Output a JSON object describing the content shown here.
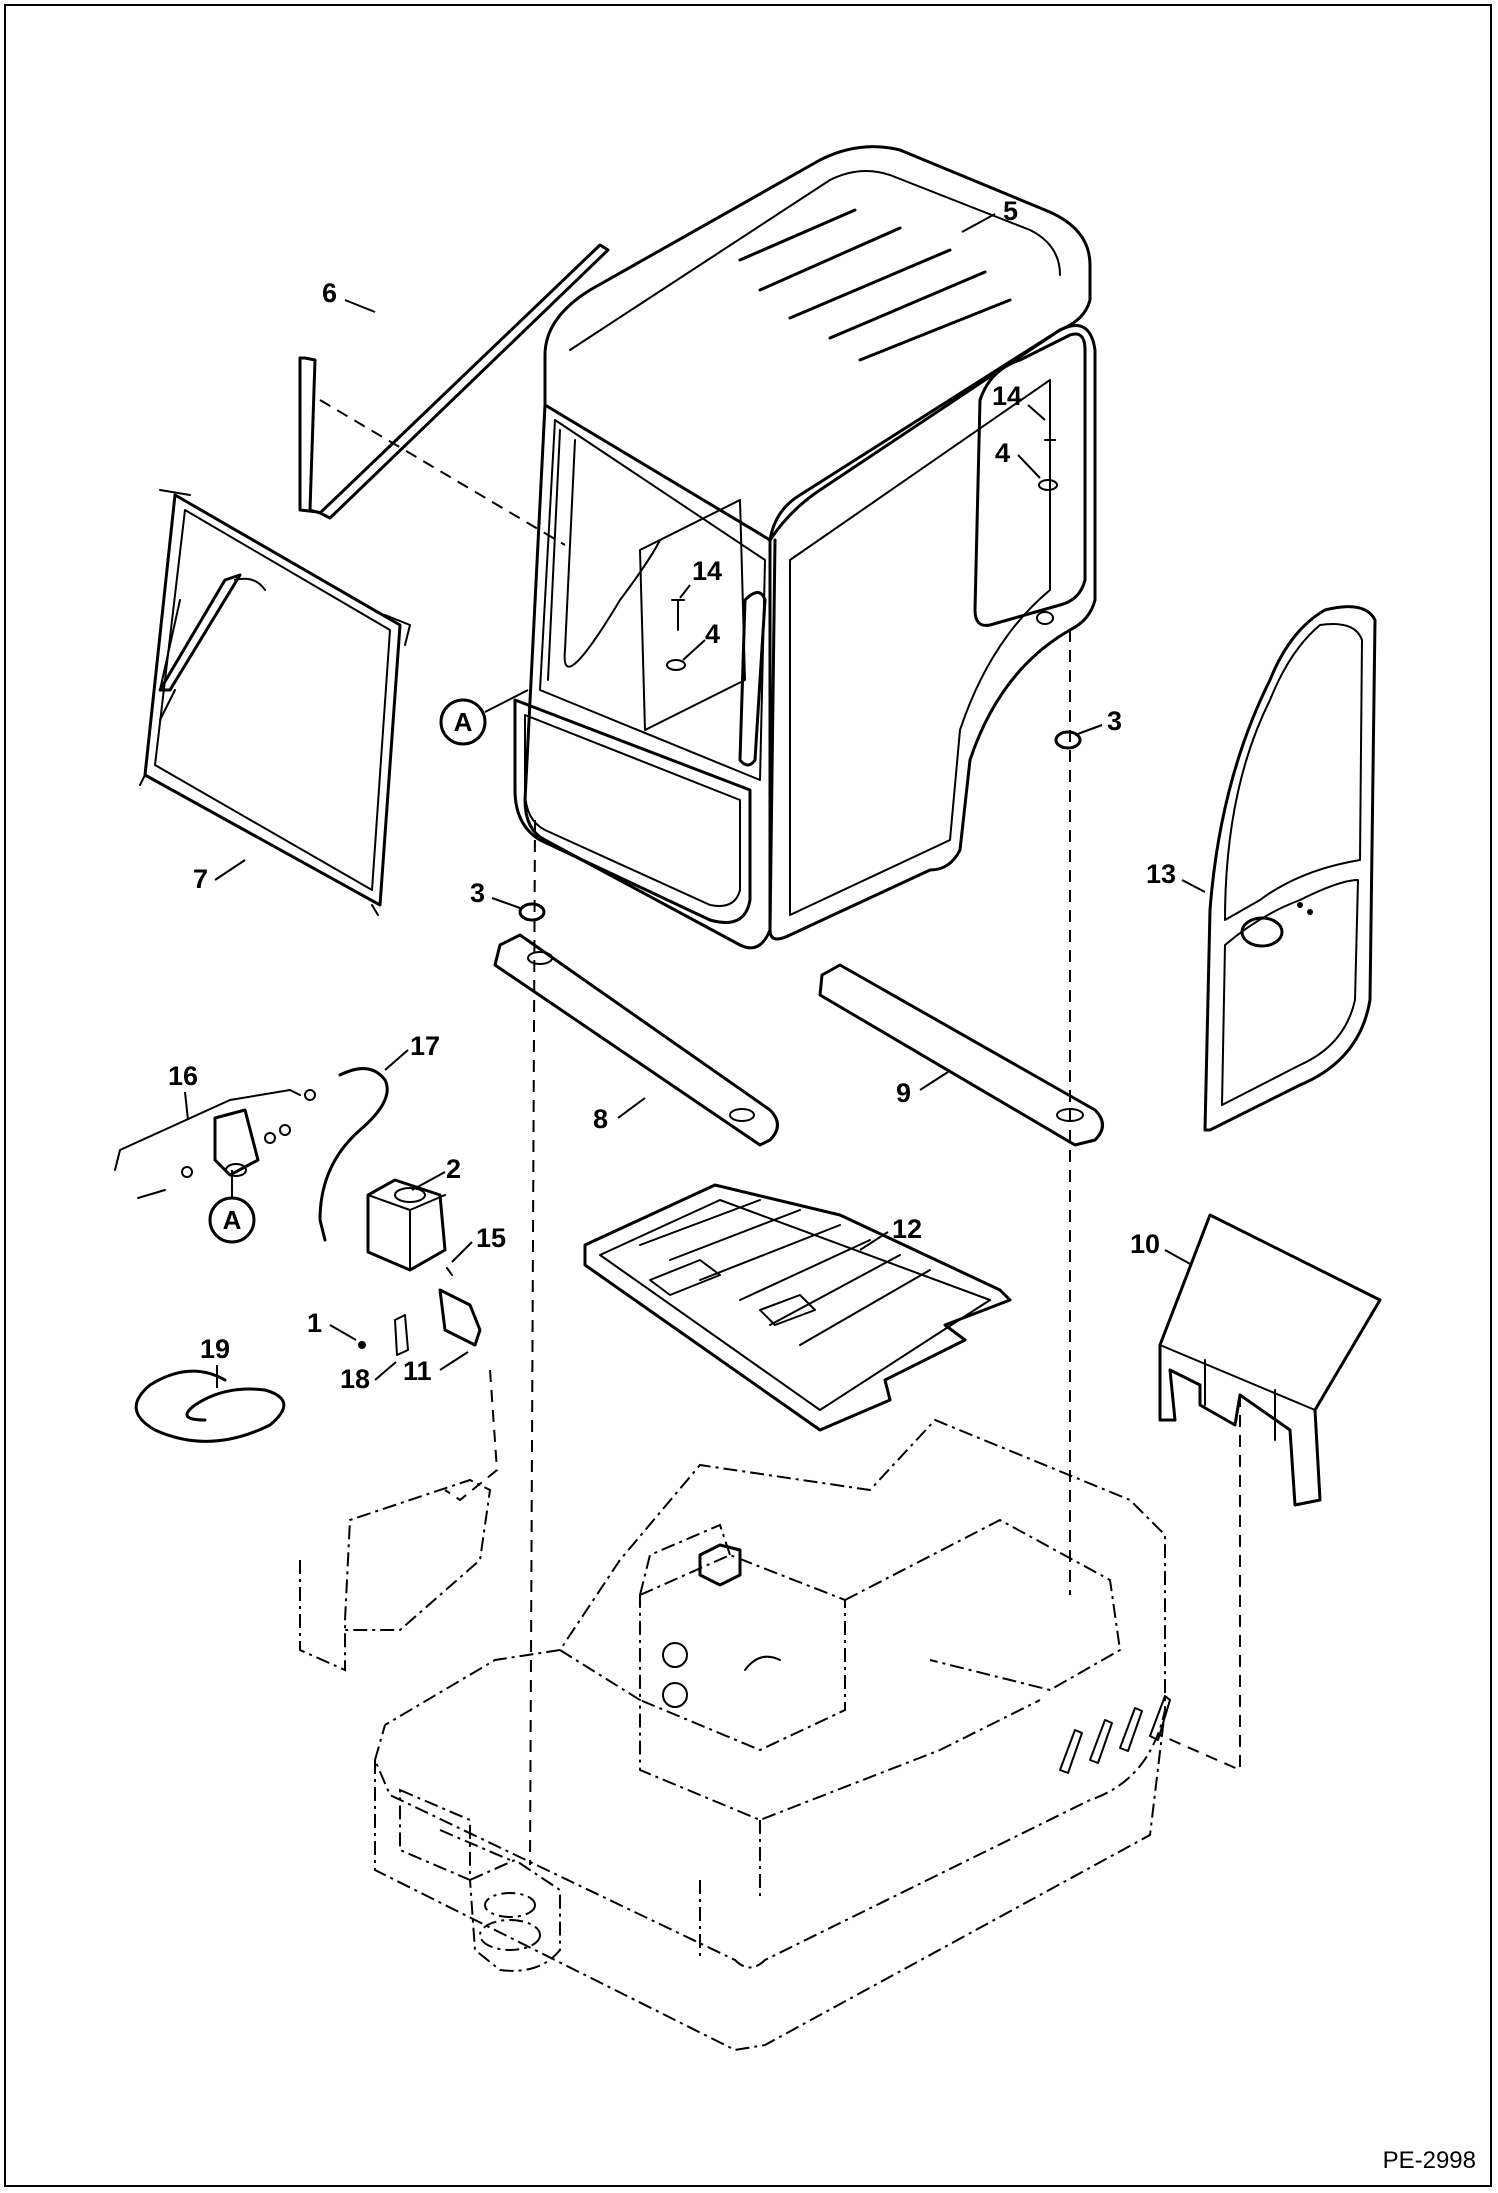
{
  "callouts": [
    {
      "id": "c1",
      "text": "1"
    },
    {
      "id": "c2",
      "text": "2"
    },
    {
      "id": "c3a",
      "text": "3"
    },
    {
      "id": "c3b",
      "text": "3"
    },
    {
      "id": "c4a",
      "text": "4"
    },
    {
      "id": "c4b",
      "text": "4"
    },
    {
      "id": "c5",
      "text": "5"
    },
    {
      "id": "c6",
      "text": "6"
    },
    {
      "id": "c7",
      "text": "7"
    },
    {
      "id": "c8",
      "text": "8"
    },
    {
      "id": "c9",
      "text": "9"
    },
    {
      "id": "c10",
      "text": "10"
    },
    {
      "id": "c11",
      "text": "11"
    },
    {
      "id": "c12",
      "text": "12"
    },
    {
      "id": "c13",
      "text": "13"
    },
    {
      "id": "c14a",
      "text": "14"
    },
    {
      "id": "c14b",
      "text": "14"
    },
    {
      "id": "c15",
      "text": "15"
    },
    {
      "id": "c16",
      "text": "16"
    },
    {
      "id": "c17",
      "text": "17"
    },
    {
      "id": "c18",
      "text": "18"
    },
    {
      "id": "c19",
      "text": "19"
    }
  ],
  "reference_markers": {
    "cab_ref": "A",
    "washer_ref": "A"
  },
  "drawing_code": "PE-2998"
}
